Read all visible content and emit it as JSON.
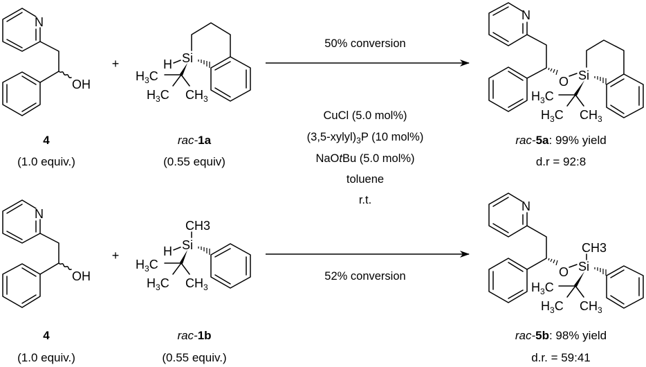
{
  "scheme": {
    "reaction_1": {
      "reactant_alcohol": {
        "number": "4",
        "equiv": "(1.0 equiv.)",
        "atoms": {
          "N": "N",
          "OH": "OH"
        }
      },
      "plus": "+",
      "reactant_silane": {
        "prefix": "rac-",
        "number": "1a",
        "equiv": "(0.55 equiv)",
        "atoms": {
          "Si": "Si",
          "H": "H",
          "tbu_methyls": [
            "H3C",
            "H3C",
            "CH3"
          ]
        }
      },
      "arrow_label": "50% conversion",
      "product": {
        "prefix": "rac-",
        "number": "5a",
        "yield_text": ": 99% yield",
        "dr_text": "d.r = 92:8",
        "atoms": {
          "N": "N",
          "O": "O",
          "Si": "Si"
        }
      }
    },
    "conditions": [
      {
        "text": "CuCl (5.0 mol%)"
      },
      {
        "pre": "(3,5-xylyl)",
        "sub": "3",
        "post": "P (10 mol%)"
      },
      {
        "pre": "NaO",
        "italic": "t",
        "post": "Bu (5.0 mol%)"
      },
      {
        "text": "toluene"
      },
      {
        "text": "r.t."
      }
    ],
    "reaction_2": {
      "reactant_alcohol": {
        "number": "4",
        "equiv": "(1.0 equiv.)",
        "atoms": {
          "N": "N",
          "OH": "OH"
        }
      },
      "plus": "+",
      "reactant_silane": {
        "prefix": "rac-",
        "number": "1b",
        "equiv": "(0.55 equiv.)",
        "atoms": {
          "Si": "Si",
          "H": "H",
          "methyl": "CH3"
        }
      },
      "arrow_label": "52% conversion",
      "product": {
        "prefix": "rac-",
        "number": "5b",
        "yield_text": ": 98% yield",
        "dr_text": "d.r. = 59:41",
        "atoms": {
          "N": "N",
          "O": "O",
          "Si": "Si",
          "methyl": "CH3"
        }
      }
    }
  }
}
